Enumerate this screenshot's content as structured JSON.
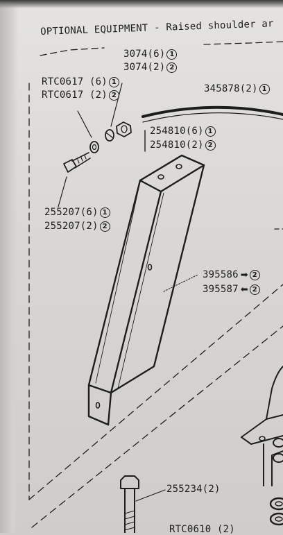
{
  "header": "OPTIONAL EQUIPMENT - Raised shoulder ar",
  "callouts": {
    "washer_3074": [
      {
        "part": "3074(6)",
        "ref": "1"
      },
      {
        "part": "3074(2)",
        "ref": "2"
      }
    ],
    "washer_rtc0617": [
      {
        "part": "RTC0617 (6)",
        "ref": "1"
      },
      {
        "part": "RTC0617 (2)",
        "ref": "2"
      }
    ],
    "top_right": {
      "part": "345878(2)",
      "ref": "1"
    },
    "nut_254810": [
      {
        "part": "254810(6)",
        "ref": "1"
      },
      {
        "part": "254810(2)",
        "ref": "2"
      }
    ],
    "bolt_255207": [
      {
        "part": "255207(6)",
        "ref": "1"
      },
      {
        "part": "255207(2)",
        "ref": "2"
      }
    ],
    "bracket": [
      {
        "part": "395586",
        "arrow": "➡",
        "ref": "2"
      },
      {
        "part": "395587",
        "arrow": "⬅",
        "ref": "2"
      }
    ],
    "bolt_bottom": {
      "part": "255234(2)"
    },
    "bottom_cut": {
      "part": "RTC0610 (2)"
    }
  },
  "colors": {
    "ink": "#1d1d1d",
    "paper": "#e4e3e0"
  }
}
